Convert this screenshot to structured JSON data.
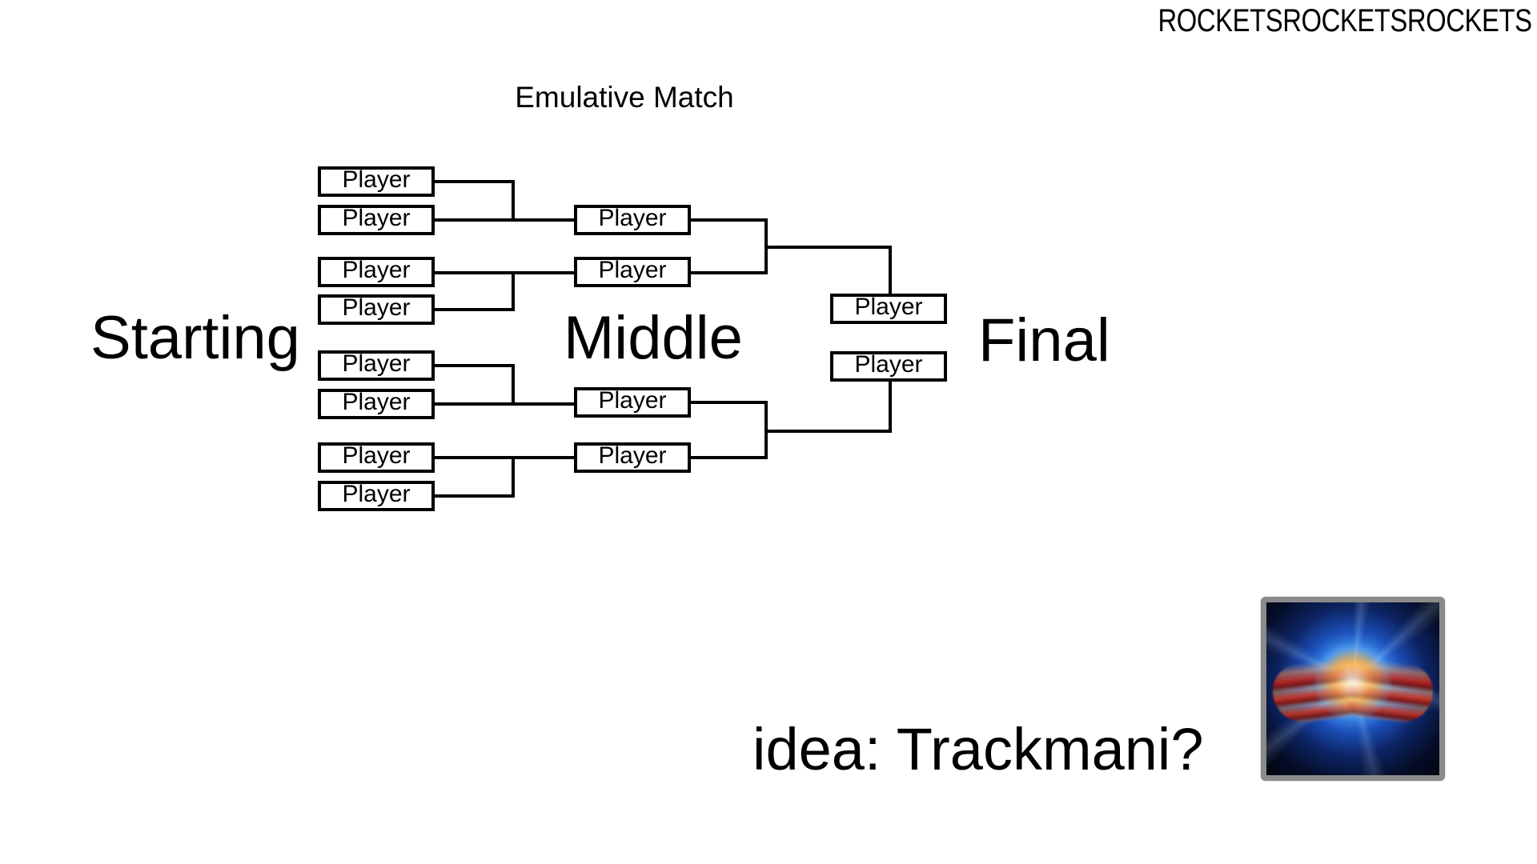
{
  "header": {
    "text": "ROCKETSROCKETSROCKETS"
  },
  "slide": {
    "title": "Emulative Match",
    "footer_note": "idea: Trackmani?"
  },
  "colors": {
    "background": "#ffffff",
    "text": "#000000",
    "box_border": "#000000",
    "box_fill": "#ffffff",
    "connector": "#000000",
    "thumb_border": "#8a8a8a"
  },
  "bracket": {
    "round_labels": {
      "starting": "Starting",
      "middle": "Middle",
      "final": "Final"
    },
    "rounds": [
      {
        "name": "Starting",
        "slots": [
          {
            "label": "Player"
          },
          {
            "label": "Player"
          },
          {
            "label": "Player"
          },
          {
            "label": "Player"
          },
          {
            "label": "Player"
          },
          {
            "label": "Player"
          },
          {
            "label": "Player"
          },
          {
            "label": "Player"
          }
        ]
      },
      {
        "name": "Middle",
        "slots": [
          {
            "label": "Player"
          },
          {
            "label": "Player"
          },
          {
            "label": "Player"
          },
          {
            "label": "Player"
          }
        ]
      },
      {
        "name": "Final",
        "slots": [
          {
            "label": "Player"
          },
          {
            "label": "Player"
          }
        ]
      }
    ]
  },
  "thumbnail": {
    "alt": "hands-around-glowing-orb"
  }
}
